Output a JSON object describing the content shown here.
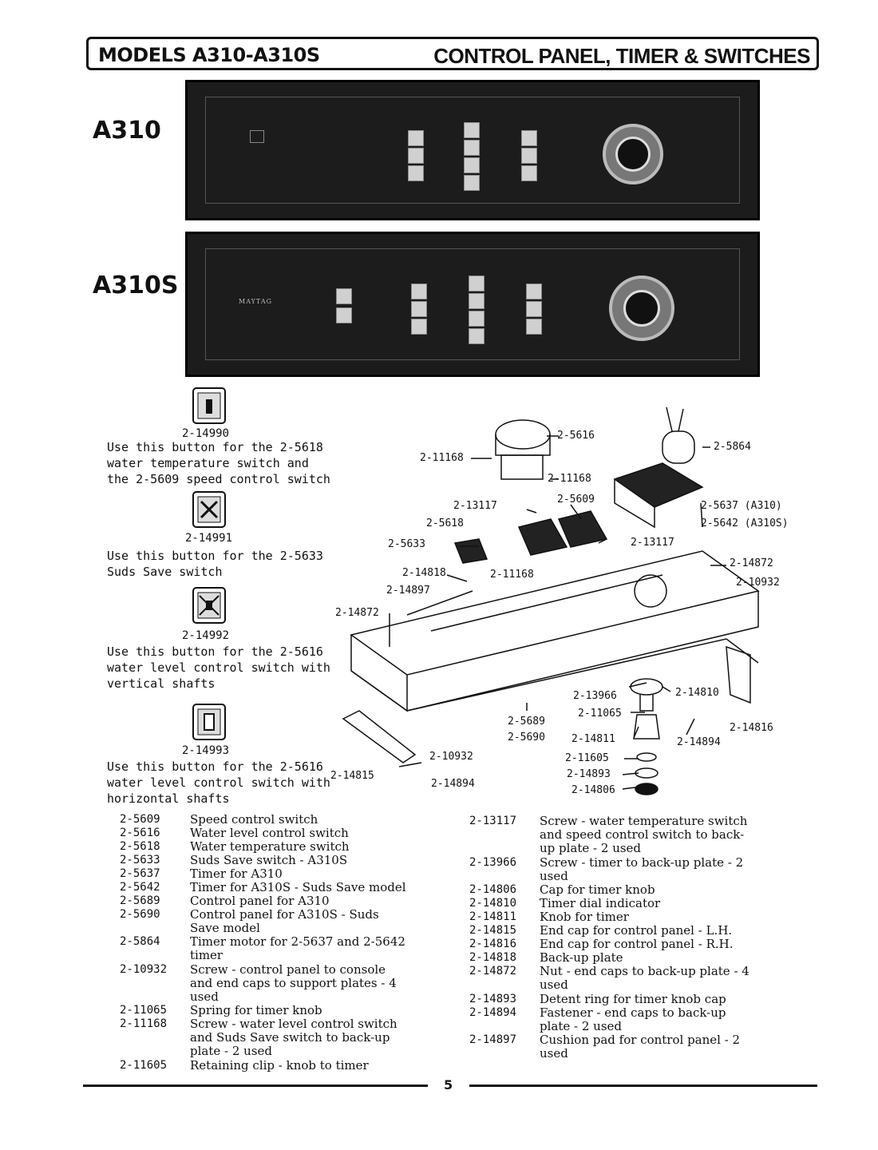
{
  "header": {
    "models": "MODELS A310-A310S",
    "title": "CONTROL PANEL, TIMER & SWITCHES"
  },
  "panels": {
    "a310_label": "A310",
    "a310s_label": "A310S",
    "brand": "MAYTAG"
  },
  "buttons": [
    {
      "part": "2-14990",
      "desc": "Use this button for the 2-5618\nwater temperature switch and\nthe 2-5609 speed control switch"
    },
    {
      "part": "2-14991",
      "desc": "Use this button for the 2-5633\nSuds Save switch"
    },
    {
      "part": "2-14992",
      "desc": "Use this button for the 2-5616\nwater level control switch with\nvertical shafts"
    },
    {
      "part": "2-14993",
      "desc": "Use this button for the 2-5616\nwater level control switch with\nhorizontal shafts"
    }
  ],
  "diagram_labels": {
    "l1": "2-5616",
    "l2": "2-5864",
    "l3": "2-11168",
    "l4": "2-11168",
    "l5": "2-13117",
    "l6": "2-5609",
    "l7": "2-5637 (A310)",
    "l8": "2-5642 (A310S)",
    "l9": "2-5618",
    "l10": "2-5633",
    "l11": "2-13117",
    "l12": "2-14872",
    "l13": "2-14818",
    "l14": "2-11168",
    "l15": "2-10932",
    "l16": "2-14897",
    "l17": "2-14872",
    "l18": "2-13966",
    "l19": "2-14810",
    "l20": "2-11065",
    "l21": "2-5689",
    "l22": "2-5690",
    "l23": "2-14811",
    "l24": "2-14894",
    "l25": "2-14816",
    "l26": "2-10932",
    "l27": "2-11605",
    "l28": "2-14815",
    "l29": "2-14894",
    "l30": "2-14893",
    "l31": "2-14806"
  },
  "legend_left": [
    {
      "num": "2-5609",
      "text": "Speed control switch"
    },
    {
      "num": "2-5616",
      "text": "Water level control switch"
    },
    {
      "num": "2-5618",
      "text": "Water temperature switch"
    },
    {
      "num": "2-5633",
      "text": "Suds Save switch - A310S"
    },
    {
      "num": "2-5637",
      "text": "Timer for A310"
    },
    {
      "num": "2-5642",
      "text": "Timer for A310S - Suds Save model"
    },
    {
      "num": "2-5689",
      "text": "Control panel for A310"
    },
    {
      "num": "2-5690",
      "text": "Control panel for A310S - Suds\nSave model"
    },
    {
      "num": "2-5864",
      "text": "Timer motor for 2-5637 and 2-5642\ntimer"
    },
    {
      "num": "2-10932",
      "text": "Screw - control panel to console\nand end caps to support plates - 4\nused"
    },
    {
      "num": "2-11065",
      "text": "Spring for timer knob"
    },
    {
      "num": "2-11168",
      "text": "Screw - water level control switch\nand Suds Save switch to back-up\nplate - 2 used"
    },
    {
      "num": "2-11605",
      "text": "Retaining clip - knob to timer"
    }
  ],
  "legend_right": [
    {
      "num": "2-13117",
      "text": "Screw - water temperature switch\nand speed control switch to back-\nup plate - 2 used"
    },
    {
      "num": "2-13966",
      "text": "Screw - timer to back-up plate - 2\nused"
    },
    {
      "num": "2-14806",
      "text": "Cap for timer knob"
    },
    {
      "num": "2-14810",
      "text": "Timer dial indicator"
    },
    {
      "num": "2-14811",
      "text": "Knob for timer"
    },
    {
      "num": "2-14815",
      "text": "End cap for control panel - L.H."
    },
    {
      "num": "2-14816",
      "text": "End cap for control panel - R.H."
    },
    {
      "num": "2-14818",
      "text": "Back-up plate"
    },
    {
      "num": "2-14872",
      "text": "Nut - end caps to back-up plate - 4\nused"
    },
    {
      "num": "2-14893",
      "text": "Detent ring for timer knob cap"
    },
    {
      "num": "2-14894",
      "text": "Fastener - end caps to back-up\nplate - 2 used"
    },
    {
      "num": "2-14897",
      "text": "Cushion pad for control panel - 2\nused"
    }
  ],
  "footer": {
    "page": "5"
  }
}
